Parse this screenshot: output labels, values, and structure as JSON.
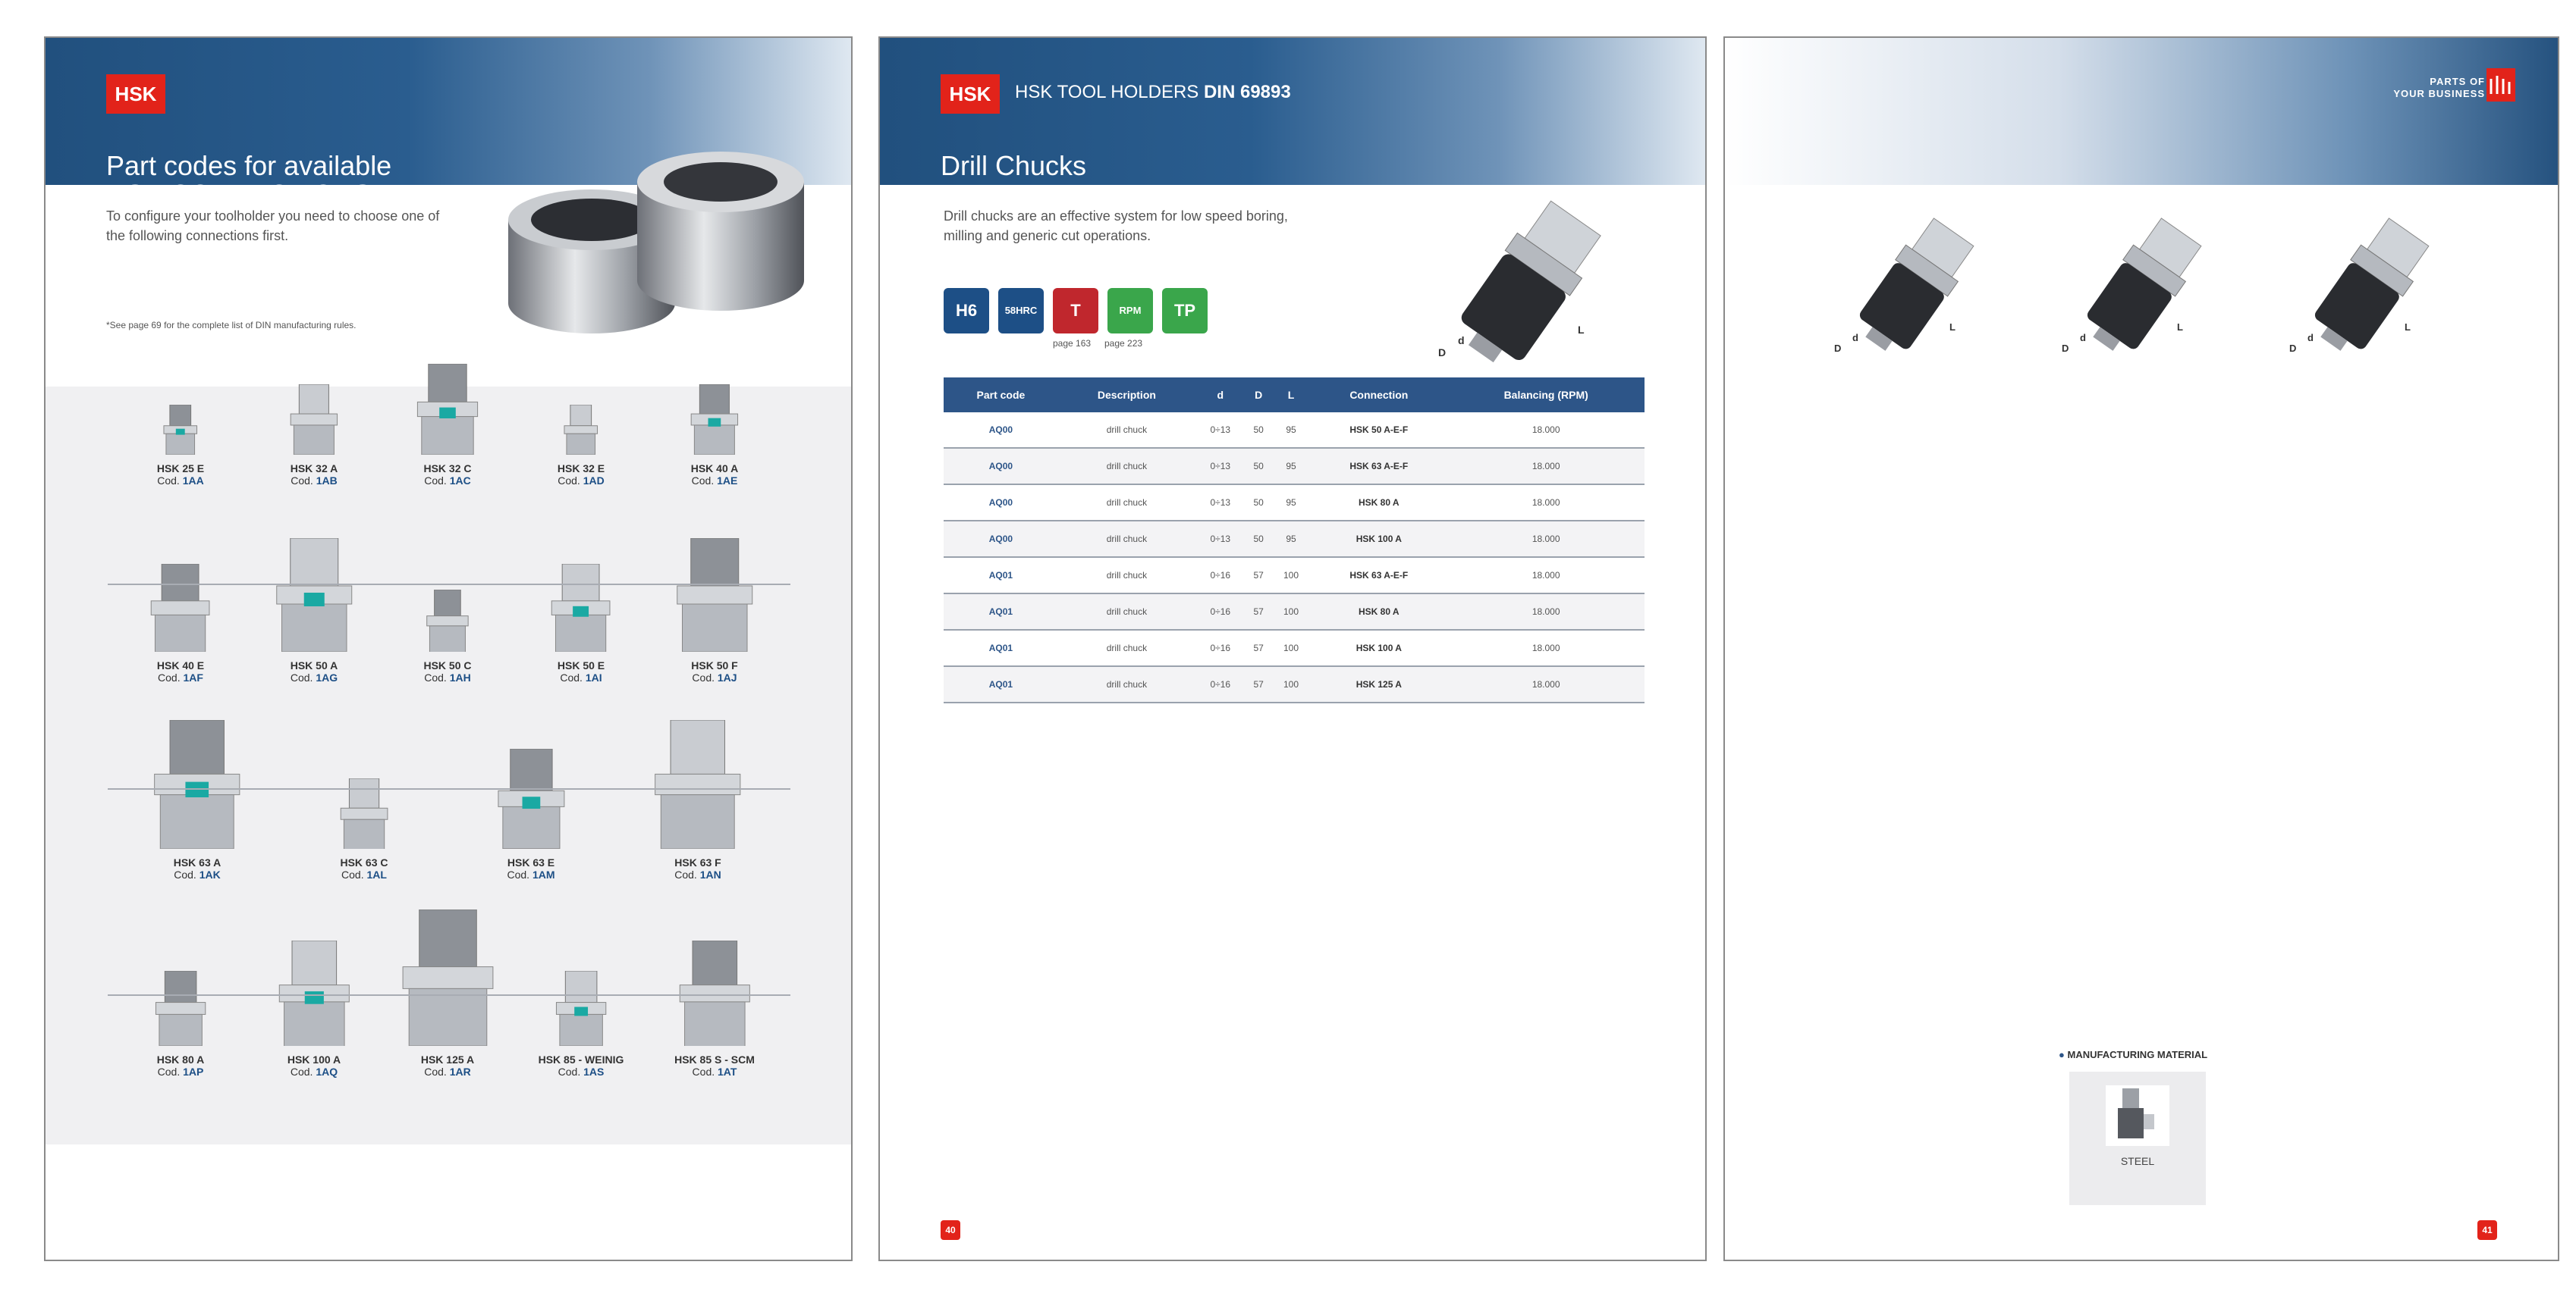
{
  "brand_badge": "HSK",
  "page_left": {
    "title_line1": "Part codes for available",
    "title_line2": "HSK CONNECTIONS*",
    "intro": "To configure your toolholder you need to choose one of the following connections first.",
    "footnote": "*See page 69 for the complete list of DIN manufacturing rules.",
    "cod_prefix": "Cod.",
    "rows": [
      [
        {
          "name": "HSK 25 E",
          "code": "1AA"
        },
        {
          "name": "HSK 32 A",
          "code": "1AB"
        },
        {
          "name": "HSK 32 C",
          "code": "1AC"
        },
        {
          "name": "HSK 32 E",
          "code": "1AD"
        },
        {
          "name": "HSK 40 A",
          "code": "1AE"
        }
      ],
      [
        {
          "name": "HSK 40 E",
          "code": "1AF"
        },
        {
          "name": "HSK 50 A",
          "code": "1AG"
        },
        {
          "name": "HSK 50 C",
          "code": "1AH"
        },
        {
          "name": "HSK 50 E",
          "code": "1AI"
        },
        {
          "name": "HSK 50 F",
          "code": "1AJ"
        }
      ],
      [
        {
          "name": "HSK 63 A",
          "code": "1AK"
        },
        {
          "name": "HSK 63 C",
          "code": "1AL"
        },
        {
          "name": "HSK 63 E",
          "code": "1AM"
        },
        {
          "name": "HSK 63 F",
          "code": "1AN"
        }
      ],
      [
        {
          "name": "HSK 80 A",
          "code": "1AP"
        },
        {
          "name": "HSK 100 A",
          "code": "1AQ"
        },
        {
          "name": "HSK 125 A",
          "code": "1AR"
        },
        {
          "name": "HSK 85 - WEINIG",
          "code": "1AS"
        },
        {
          "name": "HSK 85 S - SCM",
          "code": "1AT"
        }
      ]
    ]
  },
  "page_mid": {
    "header_prefix": "HSK TOOL HOLDERS",
    "header_std": "DIN 69893",
    "title": "Drill Chucks",
    "intro": "Drill chucks are an effective system for low speed boring, milling and generic cut operations.",
    "icons": [
      {
        "label": "H6",
        "color": "#1d4f86"
      },
      {
        "label": "58HRC",
        "color": "#1d4f86"
      },
      {
        "label": "T",
        "color": "#c0272d"
      },
      {
        "label": "RPM",
        "color": "#3aa64b"
      },
      {
        "label": "TP",
        "color": "#3aa64b"
      }
    ],
    "icon_refs": [
      "page 163",
      "page 223"
    ],
    "dim_labels": {
      "L": "L",
      "D": "D",
      "d": "d"
    },
    "table": {
      "headers": [
        "Part code",
        "Description",
        "d",
        "D",
        "L",
        "Connection",
        "Balancing (RPM)"
      ],
      "rows": [
        [
          "AQ00",
          "drill chuck",
          "0÷13",
          "50",
          "95",
          "HSK 50 A-E-F",
          "18.000"
        ],
        [
          "AQ00",
          "drill chuck",
          "0÷13",
          "50",
          "95",
          "HSK 63 A-E-F",
          "18.000"
        ],
        [
          "AQ00",
          "drill chuck",
          "0÷13",
          "50",
          "95",
          "HSK 80 A",
          "18.000"
        ],
        [
          "AQ00",
          "drill chuck",
          "0÷13",
          "50",
          "95",
          "HSK 100 A",
          "18.000"
        ],
        [
          "AQ01",
          "drill chuck",
          "0÷16",
          "57",
          "100",
          "HSK 63 A-E-F",
          "18.000"
        ],
        [
          "AQ01",
          "drill chuck",
          "0÷16",
          "57",
          "100",
          "HSK 80 A",
          "18.000"
        ],
        [
          "AQ01",
          "drill chuck",
          "0÷16",
          "57",
          "100",
          "HSK 100 A",
          "18.000"
        ],
        [
          "AQ01",
          "drill chuck",
          "0÷16",
          "57",
          "100",
          "HSK 125 A",
          "18.000"
        ]
      ]
    },
    "page_number": "40"
  },
  "page_right": {
    "tagline1": "PARTS OF",
    "tagline2": "YOUR BUSINESS",
    "material_heading": "MANUFACTURING MATERIAL",
    "material": "STEEL",
    "page_number": "41"
  }
}
